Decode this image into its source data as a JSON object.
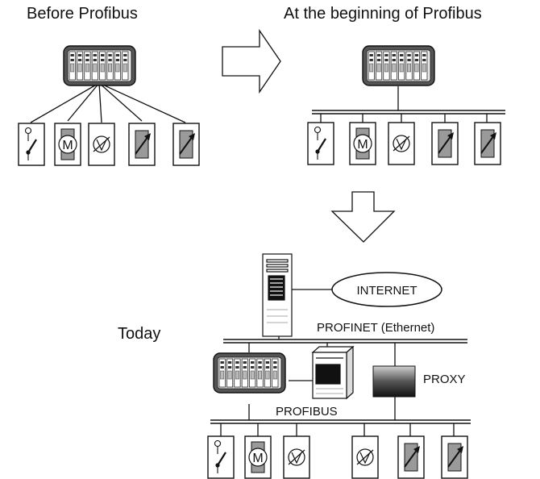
{
  "labels": {
    "before": "Before Profibus",
    "beginning": "At the beginning of Profibus",
    "today": "Today",
    "internet": "INTERNET",
    "profinet": "PROFINET (Ethernet)",
    "proxy": "PROXY",
    "profibus": "PROFIBUS"
  },
  "devices": {
    "before": [
      "switch",
      "motor",
      "valve",
      "actuator",
      "actuator"
    ],
    "beginning": [
      "switch",
      "motor",
      "valve",
      "actuator",
      "actuator"
    ],
    "today": [
      "switch",
      "motor",
      "valve",
      "valve",
      "actuator",
      "actuator"
    ]
  },
  "device_icons": {
    "switch": "switch-icon",
    "motor": "motor-icon",
    "valve": "valve-icon",
    "actuator": "actuator-icon"
  },
  "motor_letter": "M",
  "colors": {
    "line": "#111111",
    "plc_fill": "#555555",
    "device_grey": "#9a9a9a"
  }
}
